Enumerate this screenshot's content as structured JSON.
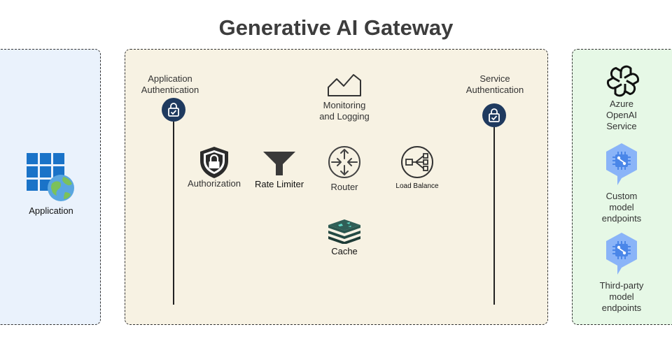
{
  "title": "Generative AI Gateway",
  "colors": {
    "left_panel_bg": "#eaf2fc",
    "gateway_bg": "#f7f2e3",
    "right_panel_bg": "#e6f8e6",
    "lock_circle": "#1f3a5f",
    "app_blue": "#1a73c8",
    "endpoint_blue": "#8ab4f8"
  },
  "client": {
    "label": "Application",
    "icon": "application-globe-icon"
  },
  "gateway": {
    "app_auth": {
      "label": "Application\nAuthentication",
      "icon": "lock-check-icon"
    },
    "service_auth": {
      "label": "Service\nAuthentication",
      "icon": "lock-check-icon"
    },
    "monitoring": {
      "label": "Monitoring\nand Logging",
      "icon": "line-chart-icon"
    },
    "authorization": {
      "label": "Authorization",
      "icon": "shield-lock-icon"
    },
    "rate_limiter": {
      "label": "Rate Limiter",
      "icon": "funnel-icon"
    },
    "router": {
      "label": "Router",
      "icon": "router-icon"
    },
    "load_balance": {
      "label": "Load Balance",
      "icon": "load-balancer-icon"
    },
    "cache": {
      "label": "Cache",
      "icon": "stack-icon"
    }
  },
  "providers": {
    "azure": {
      "label": "Azure\nOpenAI\nService",
      "icon": "openai-icon"
    },
    "custom": {
      "label": "Custom\nmodel\nendpoints",
      "icon": "chip-hexagon-icon"
    },
    "third_party": {
      "label": "Third-party\nmodel\nendpoints",
      "icon": "chip-hexagon-icon"
    }
  }
}
